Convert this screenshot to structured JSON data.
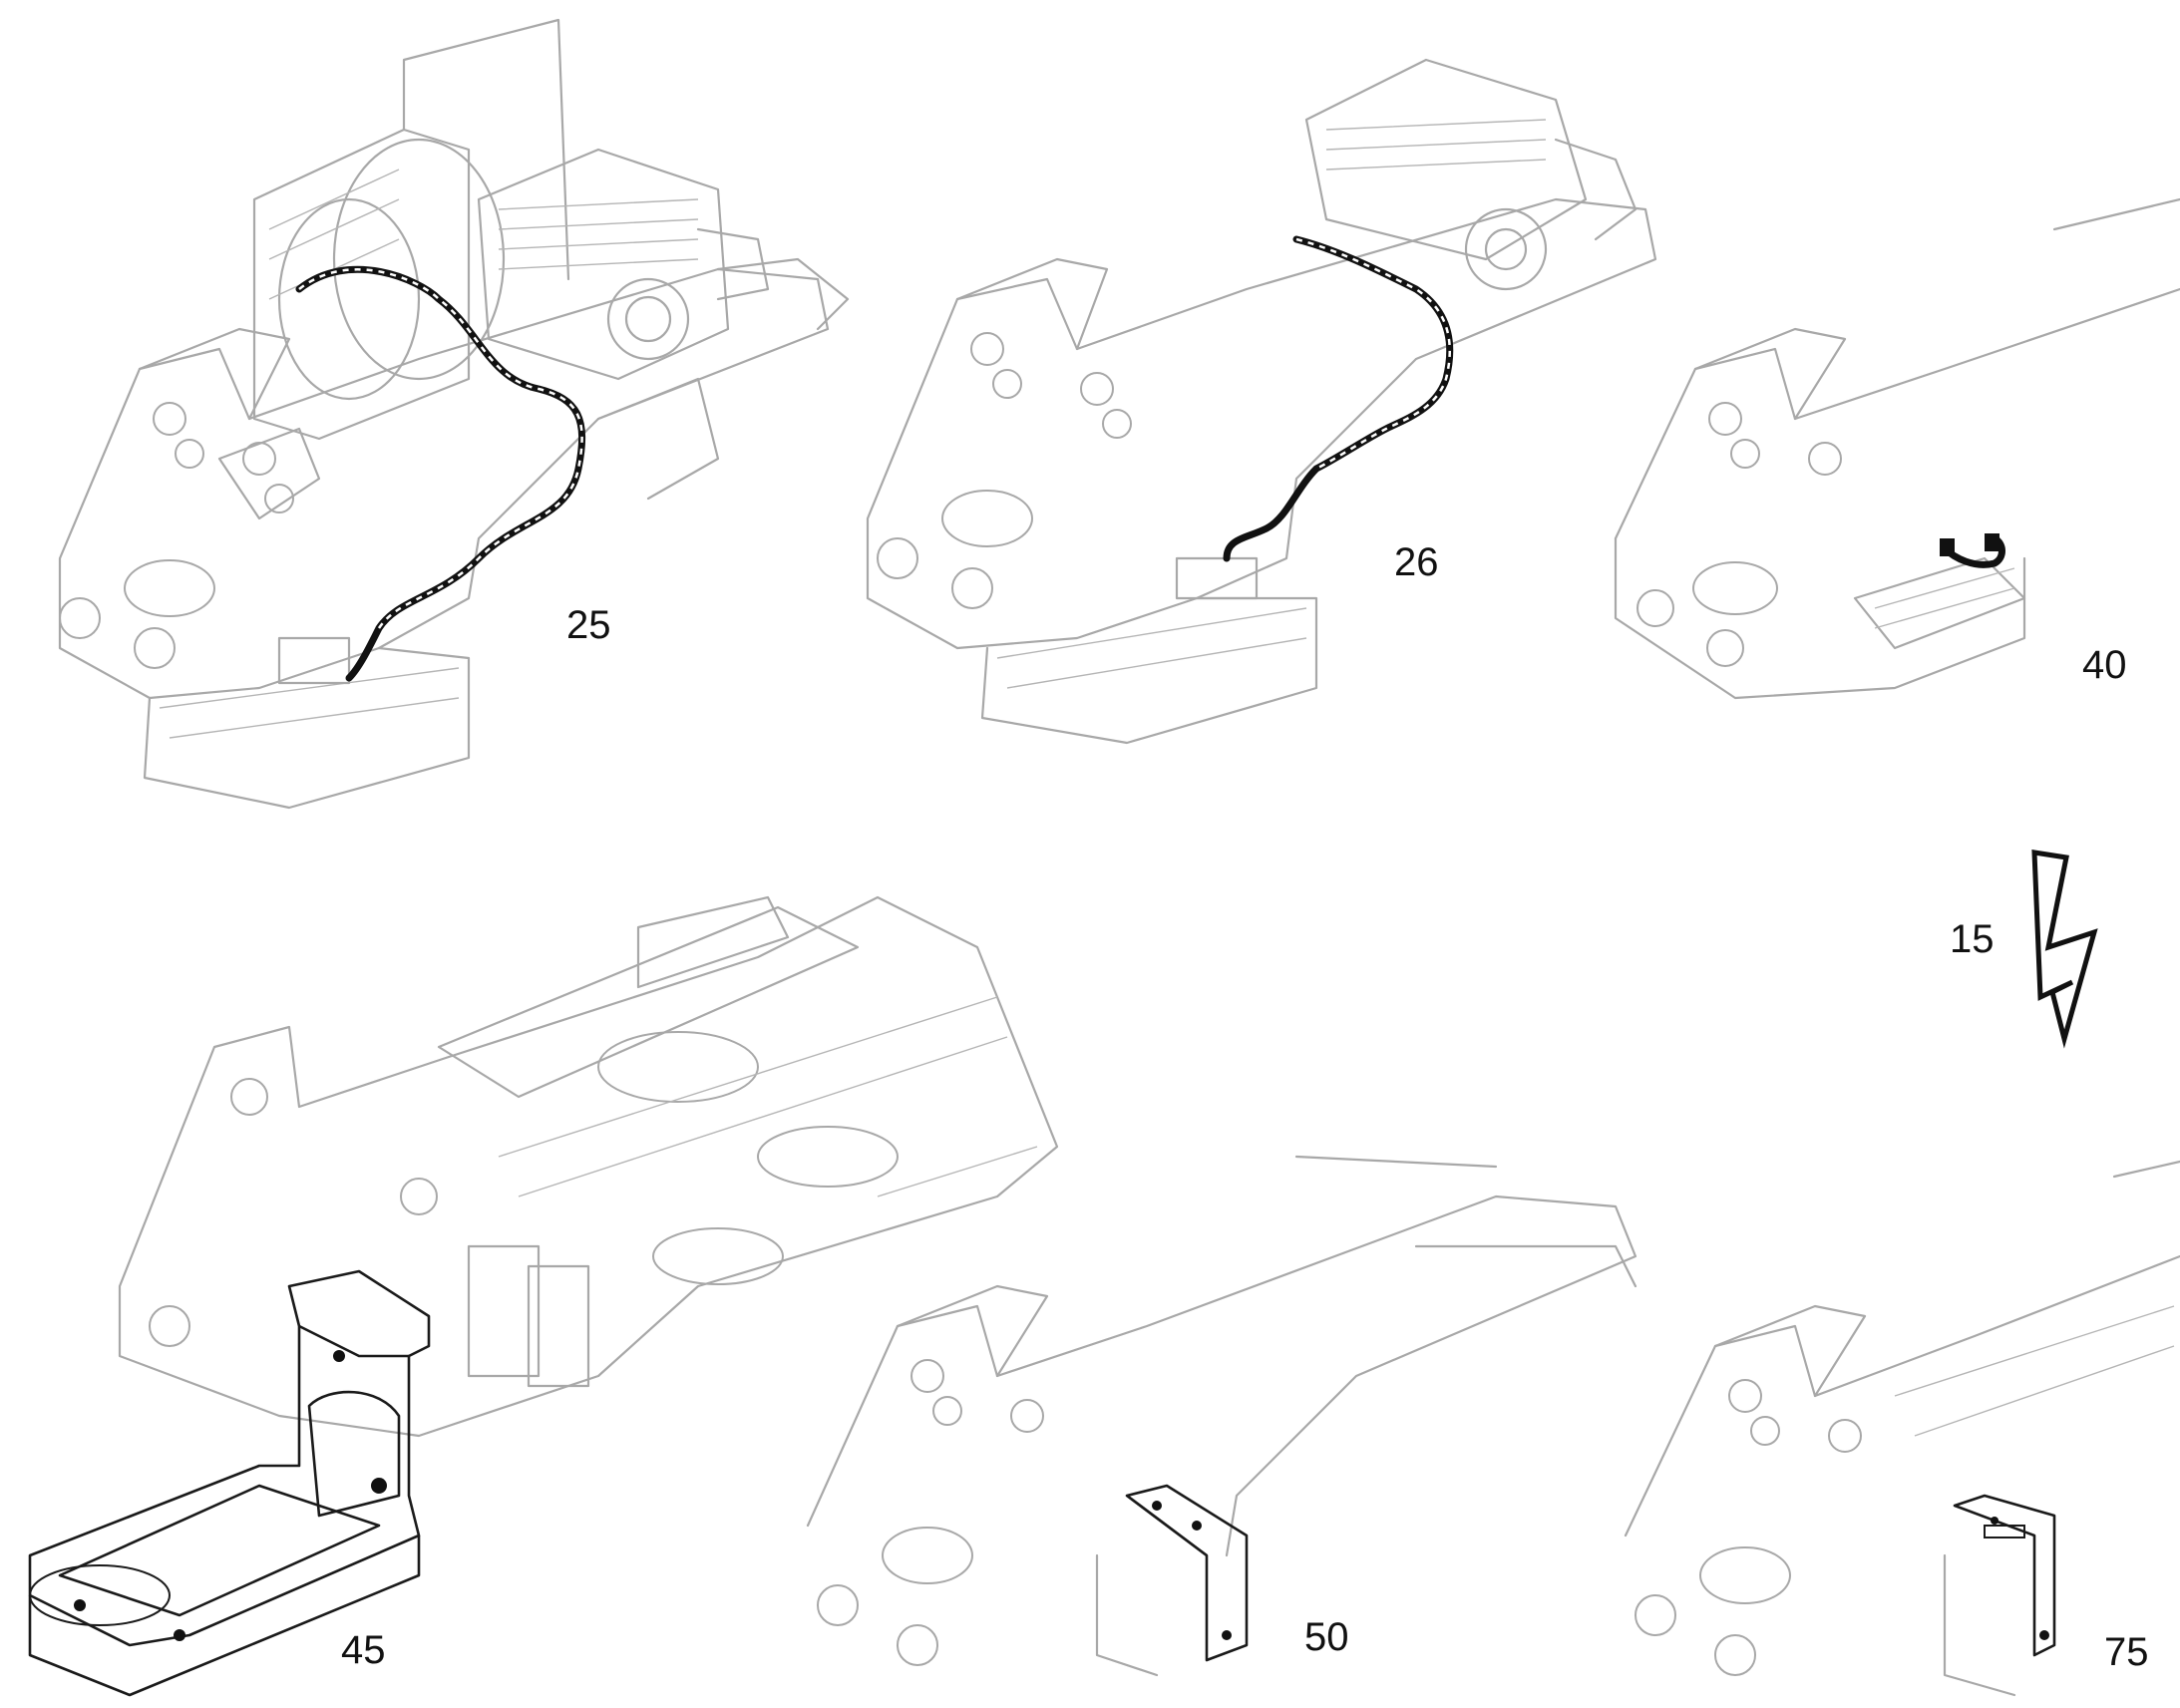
{
  "diagram": {
    "views": [
      {
        "id": "view-25",
        "label": "25"
      },
      {
        "id": "view-26",
        "label": "26"
      },
      {
        "id": "view-40",
        "label": "40"
      },
      {
        "id": "view-45",
        "label": "45"
      },
      {
        "id": "view-50",
        "label": "50"
      },
      {
        "id": "view-75",
        "label": "75"
      }
    ],
    "electrical_symbol": {
      "label": "15"
    }
  }
}
